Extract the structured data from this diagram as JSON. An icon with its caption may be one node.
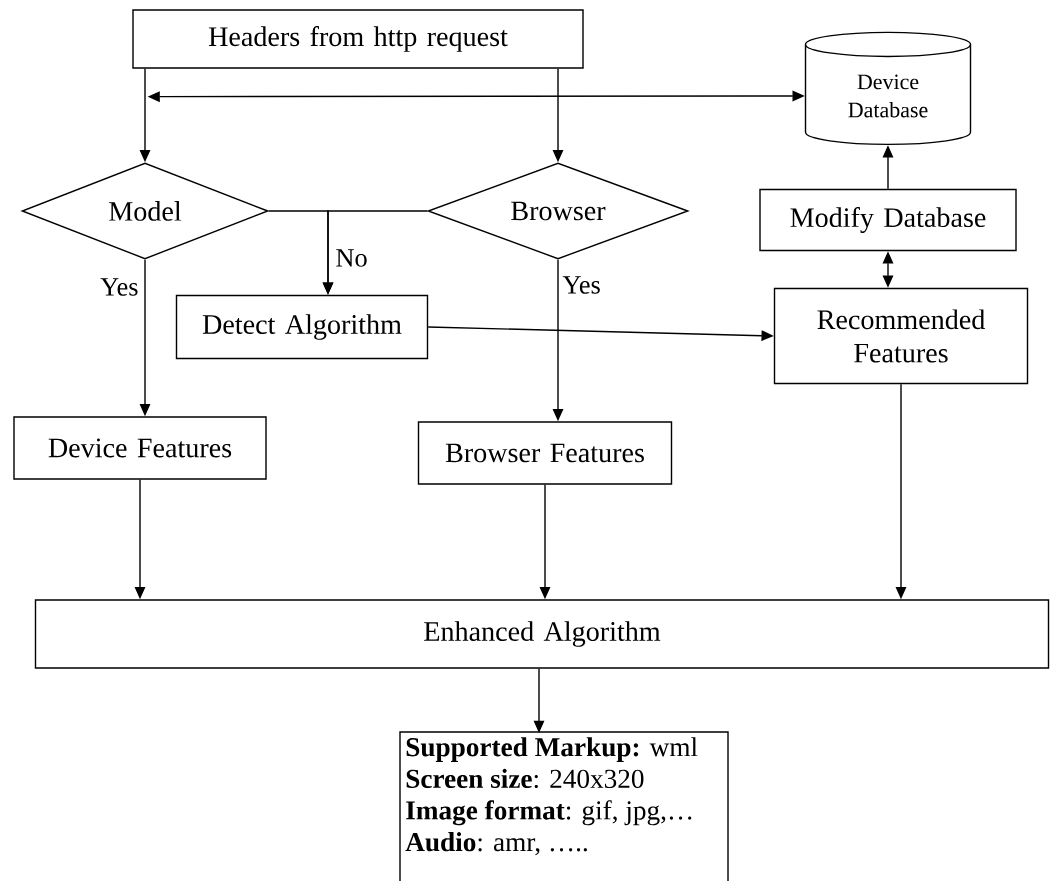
{
  "diagram": {
    "nodes": [
      {
        "text": [
          "Headers from http request"
        ]
      },
      {
        "text": [
          "Device Database"
        ]
      },
      {
        "text": [
          "Model"
        ]
      },
      {
        "text": [
          "Browser"
        ]
      },
      {
        "text": [
          "Modify Database"
        ]
      },
      {
        "text": [
          "Detect Algorithm"
        ]
      },
      {
        "text": [
          "Recommended Features"
        ]
      },
      {
        "text": [
          "Device Features"
        ]
      },
      {
        "text": [
          "Browser Features"
        ]
      },
      {
        "text": [
          "Enhanced Algorithm"
        ]
      },
      {
        "text": [
          "**Supported Markup:** wml",
          "**Screen size**: 240x320",
          "**Image format**: gif, jpg,…",
          "**Audio**: amr, ….."
        ]
      }
    ],
    "edges": [
      {
        "from": 0,
        "to": 2,
        "arrow": "to"
      },
      {
        "from": 0,
        "to": 3,
        "arrow": "to"
      },
      {
        "from": 0,
        "to": 1,
        "arrow": "both"
      },
      {
        "from": 2,
        "to": 5,
        "arrow": "to",
        "label": "No"
      },
      {
        "from": 3,
        "to": 5,
        "arrow": "to"
      },
      {
        "from": 2,
        "to": 7,
        "arrow": "to",
        "label": "Yes"
      },
      {
        "from": 3,
        "to": 8,
        "arrow": "to",
        "label": "Yes"
      },
      {
        "from": 5,
        "to": 6,
        "arrow": "to"
      },
      {
        "from": 4,
        "to": 1,
        "arrow": "to"
      },
      {
        "from": 4,
        "to": 6,
        "arrow": "both"
      },
      {
        "from": 7,
        "to": 9,
        "arrow": "to"
      },
      {
        "from": 8,
        "to": 9,
        "arrow": "to"
      },
      {
        "from": 6,
        "to": 9,
        "arrow": "to"
      },
      {
        "from": 9,
        "to": 10,
        "arrow": "to"
      }
    ]
  }
}
